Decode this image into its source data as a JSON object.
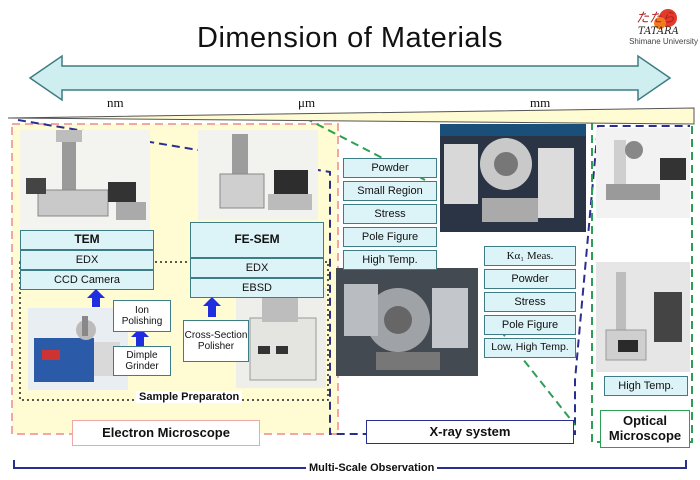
{
  "title": "Dimension of Materials",
  "logo": {
    "caption": "Shimane University"
  },
  "scale": {
    "nm": "nm",
    "um": "μm",
    "mm": "mm"
  },
  "electron": {
    "tem": {
      "title": "TEM",
      "items": [
        "EDX",
        "CCD Camera"
      ]
    },
    "fesem": {
      "title": "FE-SEM",
      "items": [
        "EDX",
        "EBSD"
      ]
    },
    "prep": {
      "ion_polishing": "Ion\nPolishing",
      "dimple_grinder": "Dimple\nGrinder",
      "cross_section": "Cross-Section\nPolisher",
      "label": "Sample Preparaton"
    },
    "label": "Electron Microscope"
  },
  "xray": {
    "left_items": [
      "Powder",
      "Small Region",
      "Stress",
      "Pole Figure",
      "High Temp."
    ],
    "right_items": [
      "Kα₁ Meas.",
      "Powder",
      "Stress",
      "Pole Figure",
      "Low, High Temp."
    ],
    "label": "X-ray system"
  },
  "optical": {
    "item": "High Temp.",
    "label": "Optical\nMicroscope"
  },
  "multiscale": "Multi-Scale Observation",
  "colors": {
    "arrow_fill": "#cfeef0",
    "arrow_stroke": "#3e7c83",
    "electron_zone": "#fffbd2",
    "pink_dash": "#f2a7a7",
    "navy_dash": "#2a2f8f",
    "green_dash": "#2e9e57",
    "blue_arrow": "#1f2fe0"
  }
}
